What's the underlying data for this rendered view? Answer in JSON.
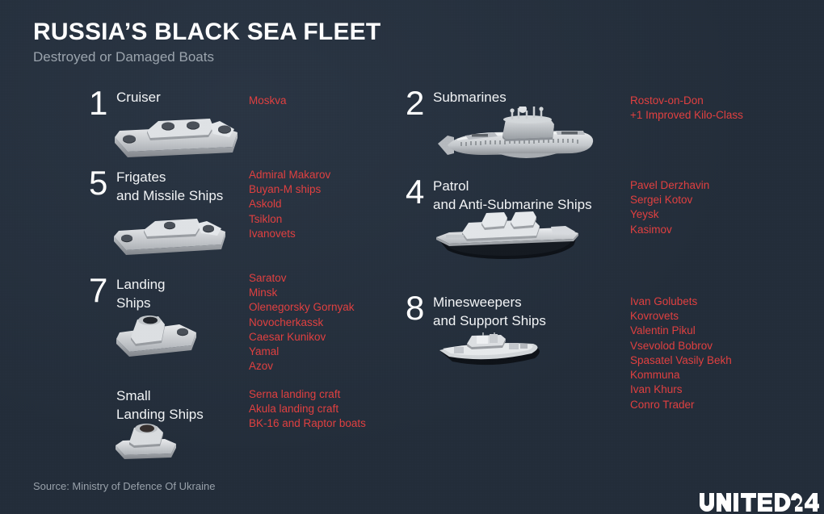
{
  "header": {
    "title": "RUSSIA’S BLACK SEA FLEET",
    "subtitle": "Destroyed or Damaged Boats"
  },
  "colors": {
    "background": "#232d3a",
    "title": "#ffffff",
    "subtitle": "#9ba4ad",
    "category": "#f2f4f6",
    "names_accent": "#e04040",
    "source": "#98a1aa",
    "ship_light": "#e6e8ea",
    "ship_mid": "#b9bcc0",
    "ship_dark": "#7e8287",
    "hull_dark": "#12161c"
  },
  "entries": [
    {
      "id": "cruiser",
      "column": "left",
      "count": "1",
      "category_line1": "Cruiser",
      "category_line2": "",
      "icon": "cruiser-ship-icon",
      "names": [
        "Moskva"
      ]
    },
    {
      "id": "frigates",
      "column": "left",
      "count": "5",
      "category_line1": "Frigates",
      "category_line2": "and Missile Ships",
      "icon": "frigate-ship-icon",
      "names": [
        "Admiral Makarov",
        "Buyan-M ships",
        "Askold",
        "Tsiklon",
        "Ivanovets"
      ]
    },
    {
      "id": "landing-ships",
      "column": "left",
      "count": "7",
      "category_line1": "Landing",
      "category_line2": "Ships",
      "icon": "landing-ship-icon",
      "names": [
        "Saratov",
        "Minsk",
        "Olenegorsky Gornyak",
        "Novocherkassk",
        "Caesar Kunikov",
        "Yamal",
        "Azov"
      ]
    },
    {
      "id": "small-landing-ships",
      "column": "left",
      "count": "",
      "category_line1": "Small",
      "category_line2": "Landing Ships",
      "icon": "small-landing-ship-icon",
      "names": [
        "Serna landing craft",
        "Akula landing craft",
        "BK-16 and Raptor boats"
      ]
    },
    {
      "id": "submarines",
      "column": "right",
      "count": "2",
      "category_line1": "Submarines",
      "category_line2": "",
      "icon": "submarine-icon",
      "names": [
        "Rostov-on-Don",
        "+1 Improved Kilo-Class"
      ]
    },
    {
      "id": "patrol",
      "column": "right",
      "count": "4",
      "category_line1": "Patrol",
      "category_line2": "and Anti-Submarine Ships",
      "icon": "patrol-ship-icon",
      "names": [
        "Pavel Derzhavin",
        "Sergei Kotov",
        "Yeysk",
        "Kasimov"
      ]
    },
    {
      "id": "minesweepers",
      "column": "right",
      "count": "8",
      "category_line1": "Minesweepers",
      "category_line2": "and Support Ships",
      "icon": "minesweeper-ship-icon",
      "names": [
        "Ivan Golubets",
        "Kovrovets",
        "Valentin Pikul",
        "Vsevolod Bobrov",
        "Spasatel Vasily Bekh",
        "Kommuna",
        "Ivan Khurs",
        "Conro Trader"
      ]
    }
  ],
  "footer": {
    "source": "Source: Ministry of Defence Of Ukraine",
    "logo_text": "UNITED24"
  }
}
